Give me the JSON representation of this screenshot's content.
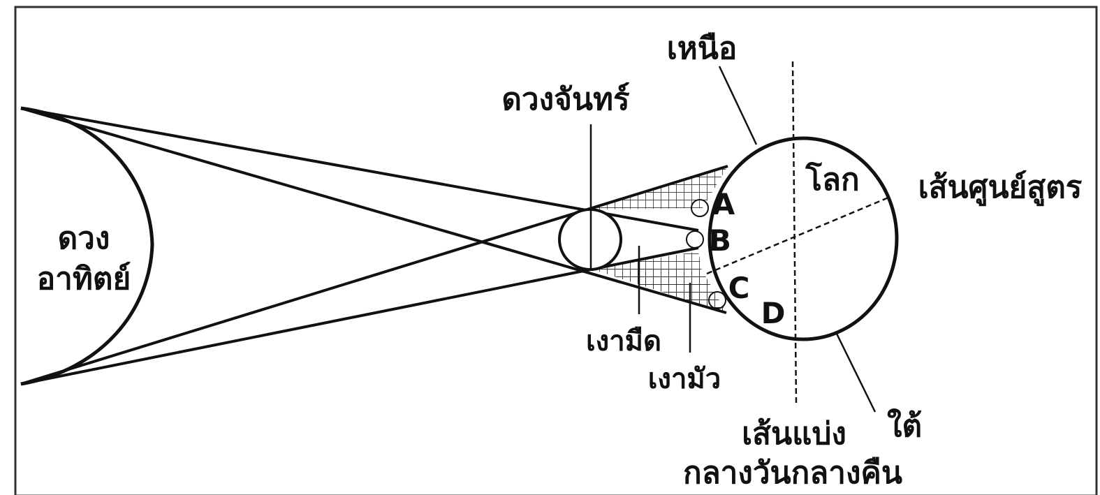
{
  "diagram": {
    "labels": {
      "sun_line1": "ดวง",
      "sun_line2": "อาทิตย์",
      "moon": "ดวงจันทร์",
      "north": "เหนือ",
      "south": "ใต้",
      "earth": "โลก",
      "equator": "เส้นศูนย์สูตร",
      "terminator_line1": "เส้นแบ่ง",
      "terminator_line2": "กลางวันกลางคืน",
      "umbra": "เงามืด",
      "penumbra": "เงามัว",
      "point_a": "A",
      "point_b": "B",
      "point_c": "C",
      "point_d": "D"
    },
    "colors": {
      "ink": "#111111",
      "background": "#ffffff"
    }
  }
}
